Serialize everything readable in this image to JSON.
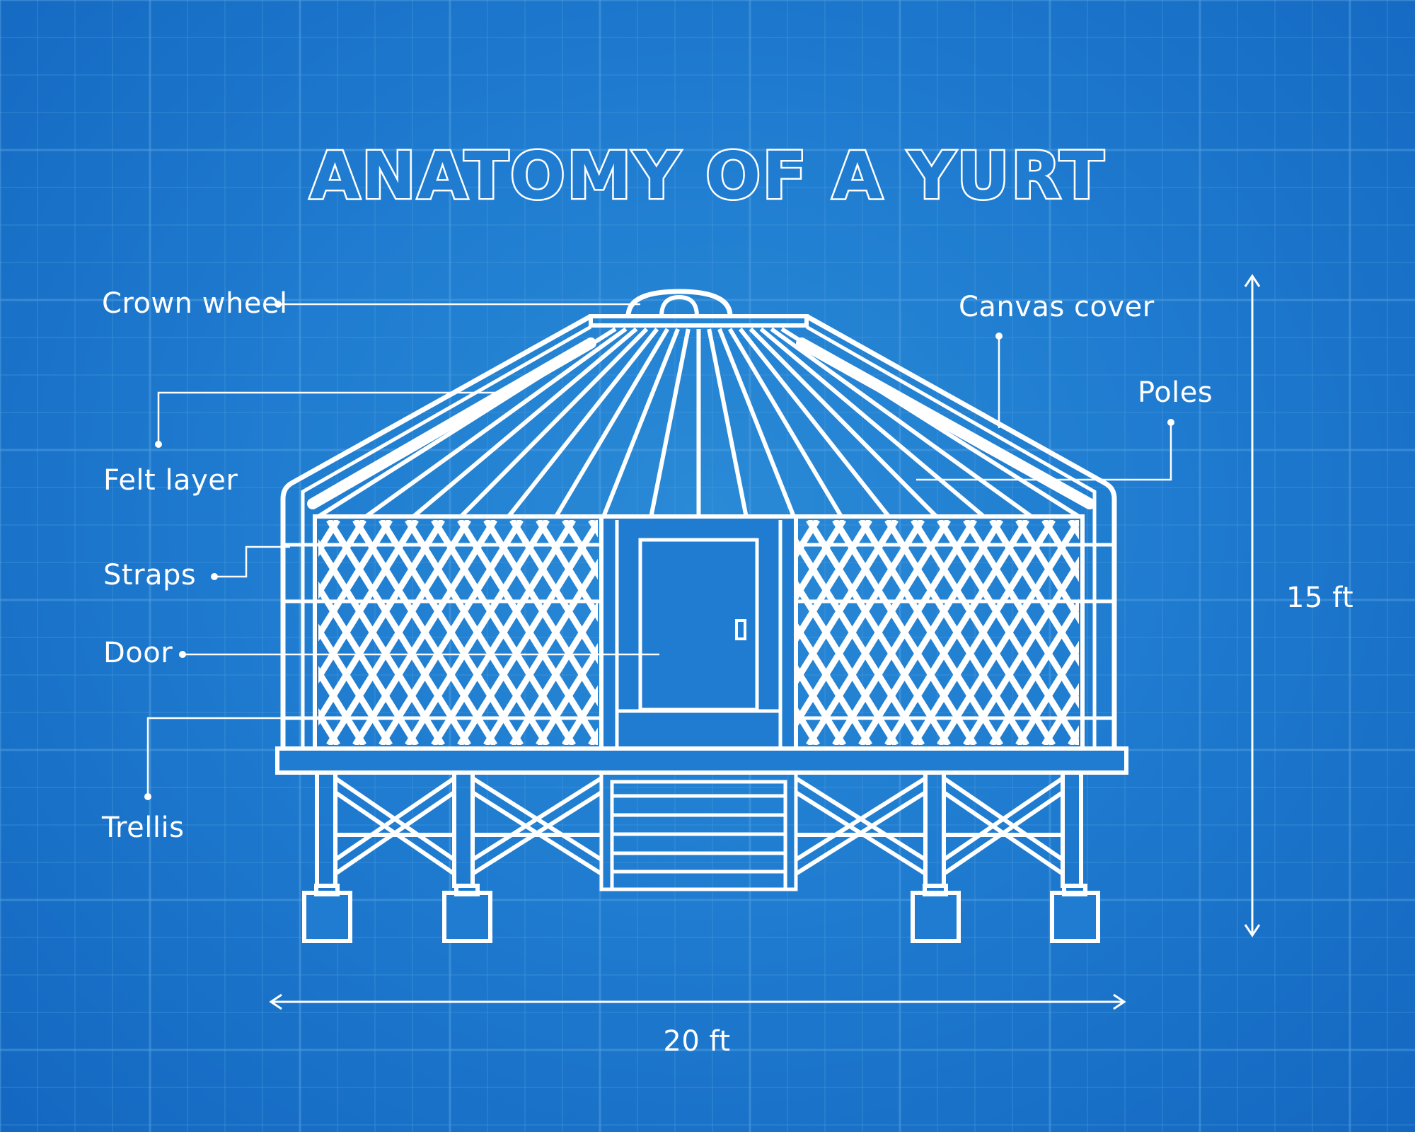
{
  "title": "ANATOMY OF A YURT",
  "labels": {
    "crown_wheel": "Crown wheel",
    "felt_layer": "Felt layer",
    "straps": "Straps",
    "door": "Door",
    "trellis": "Trellis",
    "canvas_cover": "Canvas cover",
    "poles": "Poles"
  },
  "dimensions": {
    "width": "20 ft",
    "height": "15 ft"
  },
  "colors": {
    "background": "#1f7cd0",
    "ink": "#ffffff",
    "grid": "#4f9ee0"
  }
}
